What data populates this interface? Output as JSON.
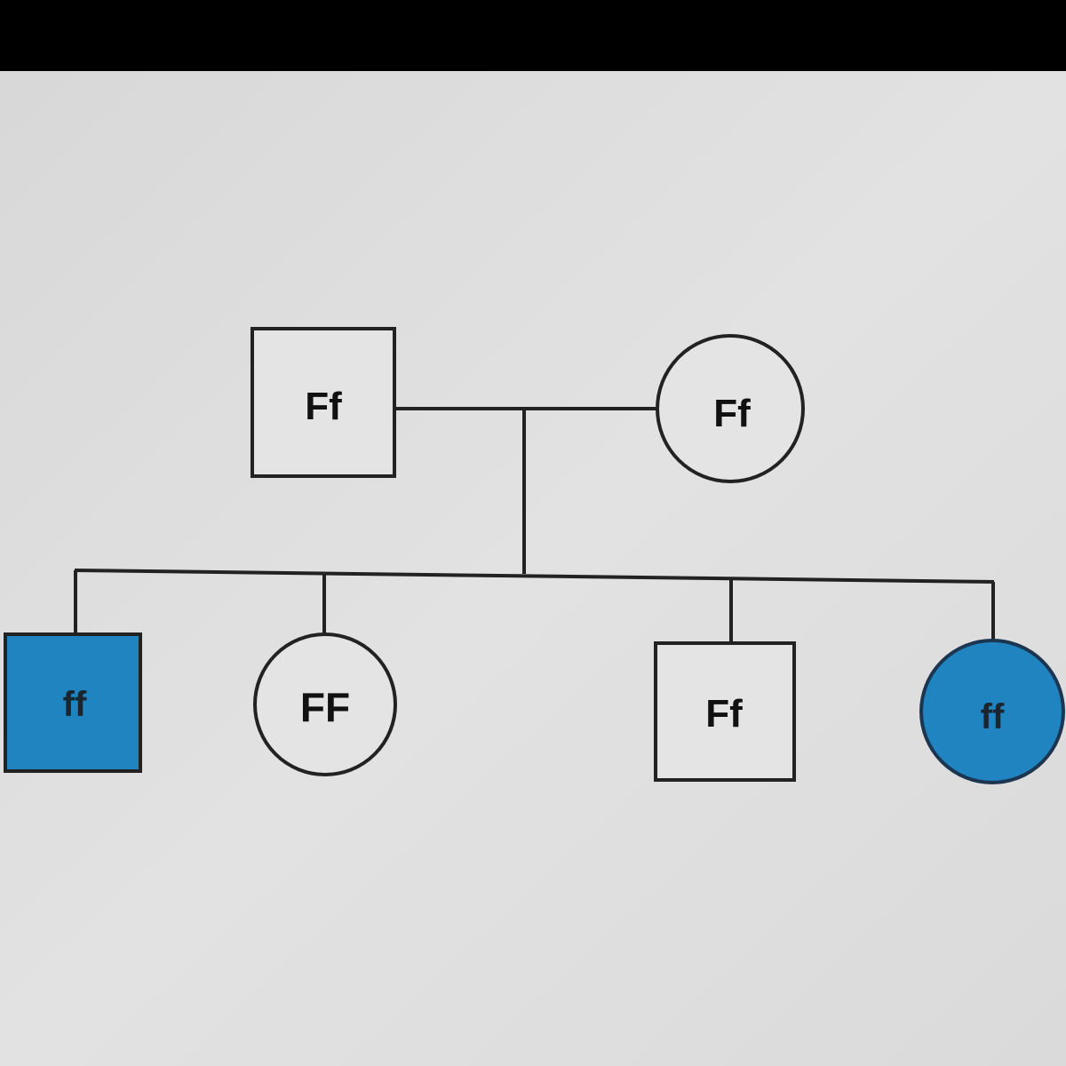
{
  "pedigree": {
    "affected_color": "#1f84bf",
    "parents": {
      "father": {
        "sex": "male",
        "genotype": "Ff",
        "affected": false
      },
      "mother": {
        "sex": "female",
        "genotype": "Ff",
        "affected": false
      }
    },
    "children": [
      {
        "sex": "male",
        "genotype": "ff",
        "affected": true
      },
      {
        "sex": "female",
        "genotype": "FF",
        "affected": false
      },
      {
        "sex": "male",
        "genotype": "Ff",
        "affected": false
      },
      {
        "sex": "female",
        "genotype": "ff",
        "affected": true
      }
    ]
  }
}
